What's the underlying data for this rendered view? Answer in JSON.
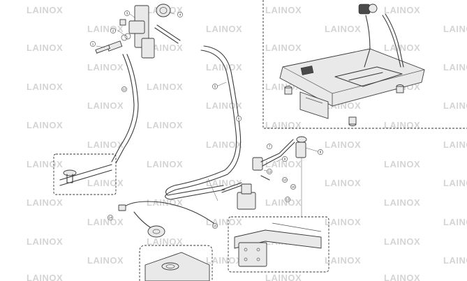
{
  "watermark": {
    "text": "LAINOX"
  },
  "callouts": [
    {
      "id": "c1",
      "label": "1"
    },
    {
      "id": "c2",
      "label": "2"
    },
    {
      "id": "c3",
      "label": "3"
    },
    {
      "id": "c4",
      "label": "4"
    },
    {
      "id": "c5",
      "label": "5"
    },
    {
      "id": "c6",
      "label": "6"
    },
    {
      "id": "c7",
      "label": "7"
    },
    {
      "id": "c8",
      "label": "8"
    },
    {
      "id": "c9",
      "label": "9"
    },
    {
      "id": "c10",
      "label": "10"
    },
    {
      "id": "c11",
      "label": "11"
    },
    {
      "id": "c12",
      "label": "12"
    },
    {
      "id": "c13",
      "label": "13"
    },
    {
      "id": "c14",
      "label": "14"
    },
    {
      "id": "c15",
      "label": "15"
    },
    {
      "id": "c16",
      "label": "16"
    }
  ]
}
